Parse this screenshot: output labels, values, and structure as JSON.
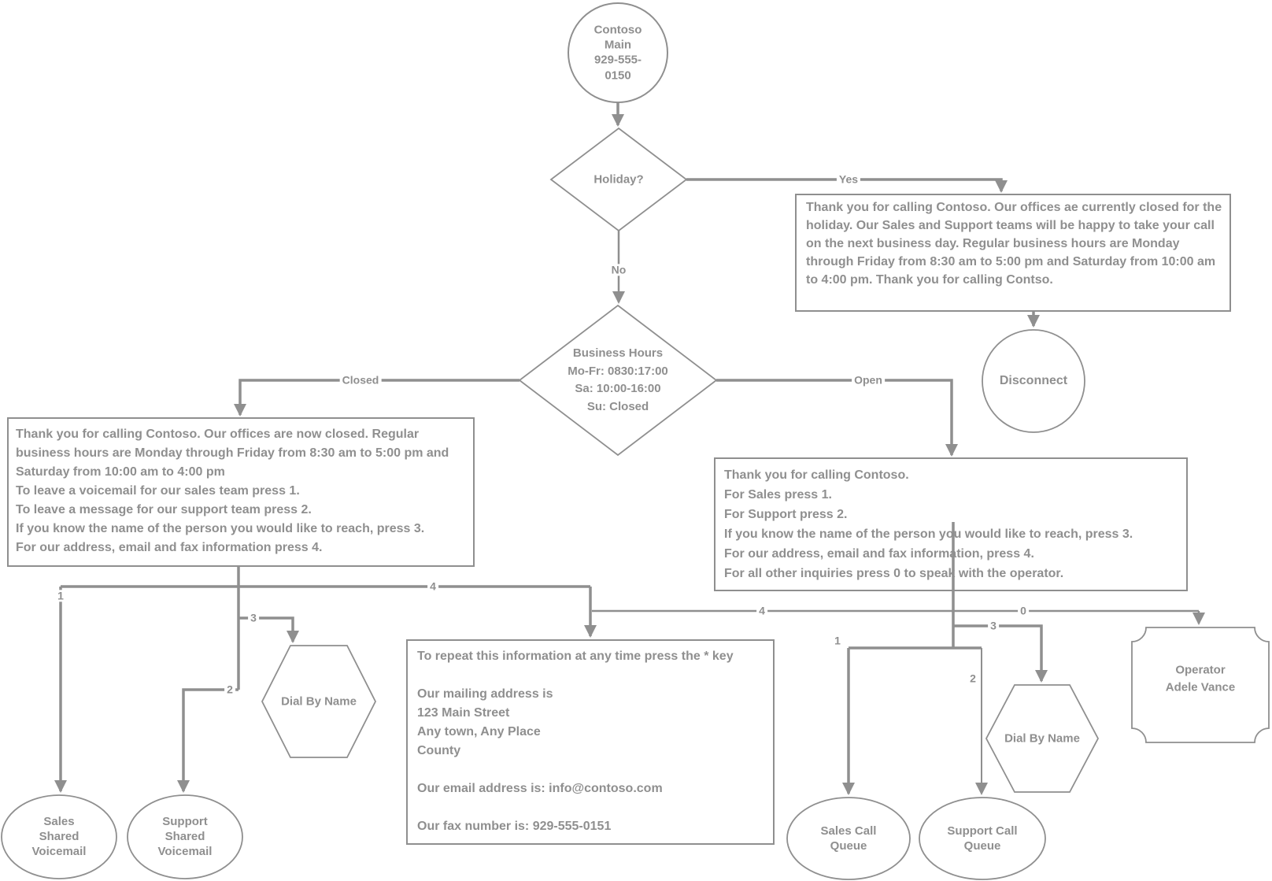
{
  "diagram_title": "Contoso Main auto attendant call flow",
  "colors": {
    "line": "#8f8f8f",
    "text": "#8f8f8f",
    "background": "#ffffff"
  },
  "nodes": {
    "entry": {
      "label": "Contoso\nMain\n929-555-\n0150"
    },
    "holiday_decision": {
      "label": "Holiday?"
    },
    "holiday_message": {
      "text": "Thank you for calling Contoso. Our offices ae currently closed for the holiday. Our Sales and Support teams will be happy to take your call on the next business day.  Regular business hours are Monday through Friday from 8:30 am to 5:00 pm and Saturday from 10:00 am to 4:00 pm.  Thank you for calling Contso."
    },
    "disconnect": {
      "label": "Disconnect"
    },
    "business_hours_decision": {
      "label": "Business Hours\nMo-Fr: 0830:17:00\nSa: 10:00-16:00\nSu: Closed"
    },
    "closed_menu": {
      "text": "Thank you for calling Contoso. Our offices are now closed.  Regular business hours are Monday through Friday from 8:30 am to 5:00 pm and Saturday from 10:00 am to 4:00 pm\nTo leave a voicemail for our sales team press 1.\nTo leave a message for our support team press 2.\nIf you know the name of the person you would like to reach, press 3.\nFor our address, email and fax information press 4."
    },
    "open_menu": {
      "text": "Thank you for calling Contoso.\nFor Sales press 1.\nFor Support press 2.\nIf you know the name of the person you would like to reach, press 3.\nFor our address, email and fax information, press 4.\nFor all other inquiries press 0 to speak with the operator."
    },
    "info_message": {
      "text": "To repeat this information at any time press the * key\n\nOur mailing address is\n123 Main Street\nAny town, Any Place\nCounty\n\nOur email address is: info@contoso.com\n\nOur fax number is: 929-555-0151"
    },
    "dial_by_name_closed": {
      "label": "Dial By Name"
    },
    "dial_by_name_open": {
      "label": "Dial By Name"
    },
    "sales_shared_voicemail": {
      "label": "Sales\nShared\nVoicemail"
    },
    "support_shared_voicemail": {
      "label": "Support\nShared\nVoicemail"
    },
    "sales_call_queue": {
      "label": "Sales Call\nQueue"
    },
    "support_call_queue": {
      "label": "Support Call\nQueue"
    },
    "operator": {
      "label": "Operator\nAdele Vance"
    }
  },
  "edges": {
    "yes": "Yes",
    "no": "No",
    "closed": "Closed",
    "open": "Open",
    "closed_key1": "1",
    "closed_key2": "2",
    "closed_key3": "3",
    "closed_key4": "4",
    "open_key1": "1",
    "open_key2": "2",
    "open_key3": "3",
    "open_key4": "4",
    "open_key0": "0"
  }
}
